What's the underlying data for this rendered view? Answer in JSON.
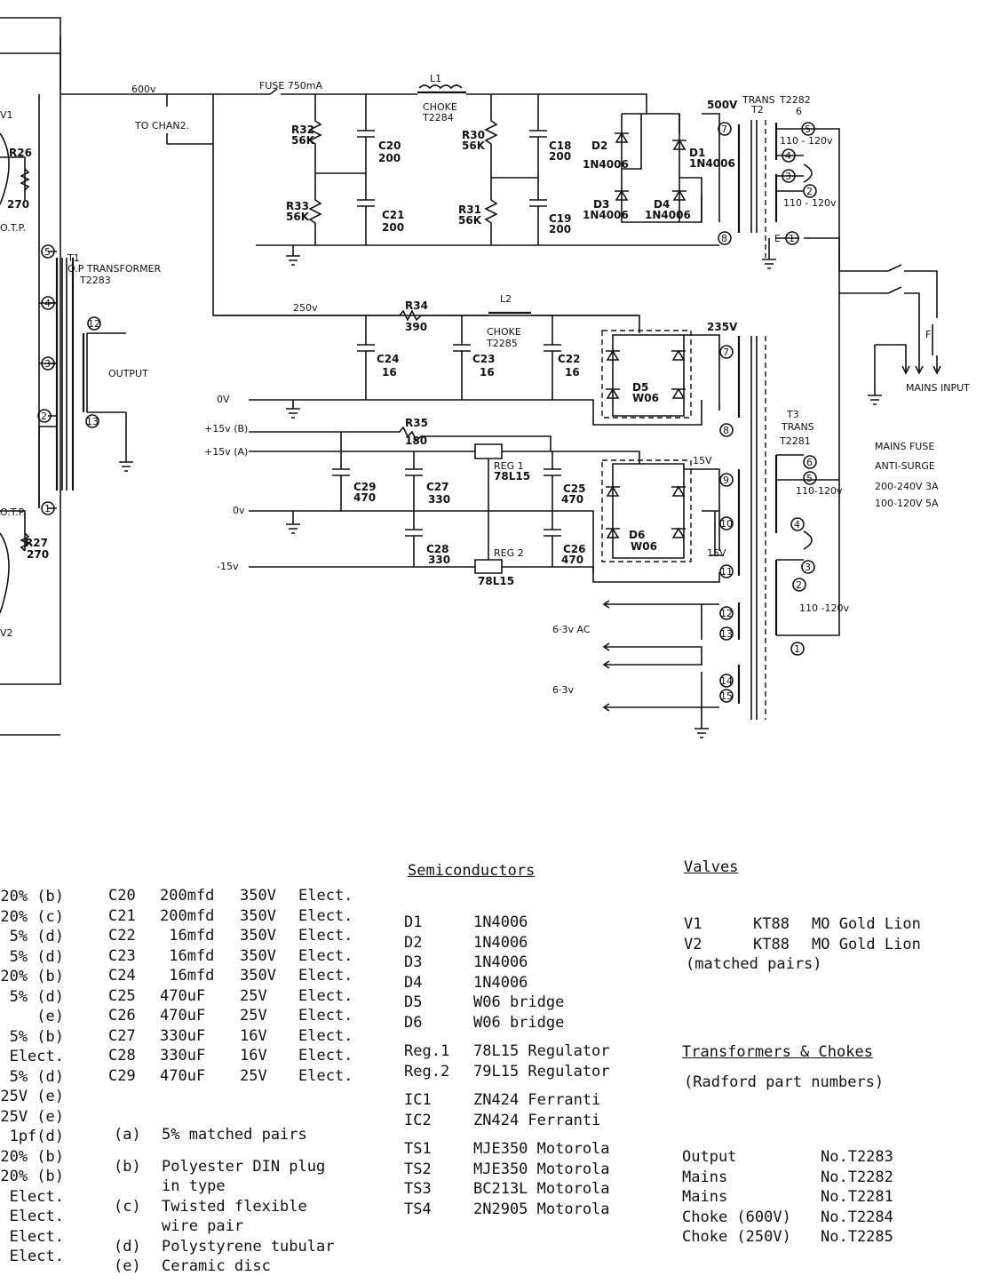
{
  "schematic": {
    "left_edge": {
      "v1": "V1",
      "r26": "R26",
      "r26_val": "270",
      "otp_top": "O.T.P.",
      "otp_bot": "O.T.P.",
      "r27": "R27",
      "r27_val": "270",
      "v2": "V2"
    },
    "top_supply": {
      "v600": "600v",
      "fuse": "FUSE 750mA",
      "to_chan2": "TO CHAN2.",
      "l1": "L1",
      "choke_l1": "CHOKE",
      "choke_l1_part": "T2284",
      "r32": "R32",
      "r32_val": "56K",
      "r33": "R33",
      "r33_val": "56K",
      "c20": "C20",
      "c20_val": "200",
      "c21": "C21",
      "c21_val": "200",
      "r30": "R30",
      "r30_val": "56K",
      "r31": "R31",
      "r31_val": "56K",
      "c18": "C18",
      "c18_val": "200",
      "c19": "C19",
      "c19_val": "200",
      "d2": "D2",
      "d2_val": "1N4006",
      "d1": "D1",
      "d1_val": "1N4006",
      "d3": "D3",
      "d3_val": "1N4006",
      "d4": "D4",
      "d4_val": "1N4006",
      "v500": "500V",
      "pin7": "7",
      "pin8": "8"
    },
    "t2": {
      "trans": "TRANS",
      "t2": "T2",
      "part": "T2282",
      "pin6": "6",
      "pin5": "5",
      "pin4": "4",
      "pin3": "3",
      "pin2": "2",
      "pin1": "1",
      "e": "E",
      "w1": "110 - 120v",
      "w2": "110 - 120v"
    },
    "mains": {
      "input": "MAINS INPUT",
      "f": "F",
      "fuse_title": "MAINS FUSE",
      "anti": "ANTI-SURGE",
      "r1": "200-240V 3A",
      "r2": "100-120V 5A"
    },
    "t1": {
      "t1": "T1",
      "name": "O.P TRANSFORMER",
      "part": "T2283",
      "output": "OUTPUT",
      "p5": "5",
      "p4": "4",
      "p3": "3",
      "p2": "2",
      "p1": "1",
      "p12": "12",
      "p13": "13"
    },
    "mid_supply": {
      "v250": "250v",
      "r34": "R34",
      "r34_val": "390",
      "l2": "L2",
      "choke_l2": "CHOKE",
      "choke_l2_part": "T2285",
      "c24": "C24",
      "c24_val": "16",
      "c23": "C23",
      "c23_val": "16",
      "c22": "C22",
      "c22_val": "16",
      "d5": "D5",
      "d5_val": "W06",
      "v235": "235V",
      "pin7": "7",
      "pin8": "8",
      "v0": "0V"
    },
    "low_supply": {
      "p15b": "+15v (B)",
      "p15a": "+15v (A)",
      "v0": "0v",
      "m15": "-15v",
      "r35": "R35",
      "r35_val": "180",
      "c29": "C29",
      "c29_val": "470",
      "c27": "C27",
      "c27_val": "330",
      "c28": "C28",
      "c28_val": "330",
      "c25": "C25",
      "c25_val": "470",
      "c26": "C26",
      "c26_val": "470",
      "reg1": "REG 1",
      "reg1_val": "78L15",
      "reg2": "REG 2",
      "reg2_val": "78L15",
      "d6": "D6",
      "d6_val": "W06",
      "v15": "15V",
      "v15b": "15V",
      "pin9": "9",
      "pin10": "10",
      "pin11": "11"
    },
    "heater": {
      "ac1": "6·3v AC",
      "ac2": "6·3v",
      "pin12": "12",
      "pin13": "13",
      "pin14": "14",
      "pin15": "15"
    },
    "t3": {
      "t3": "T3",
      "trans": "TRANS",
      "part": "T2281",
      "pin6": "6",
      "pin5": "5",
      "pin4": "4",
      "pin3": "3",
      "pin2": "2",
      "pin1": "1",
      "w1": "110-120v",
      "w2": "110 -120v"
    }
  },
  "left_clipped": [
    "20% (b)",
    "20% (c)",
    "5% (d)",
    "5% (d)",
    "20% (b)",
    "5% (d)",
    "(e)",
    "5% (b)",
    "Elect.",
    "5% (d)",
    "25V (e)",
    "25V (e)",
    "1pf(d)",
    "20% (b)",
    "20% (b)",
    "Elect.",
    "Elect.",
    "Elect.",
    "Elect."
  ],
  "capacitors": [
    {
      "ref": "C20",
      "value": "200mfd",
      "volt": "350V",
      "type": "Elect."
    },
    {
      "ref": "C21",
      "value": "200mfd",
      "volt": "350V",
      "type": "Elect."
    },
    {
      "ref": "C22",
      "value": " 16mfd",
      "volt": "350V",
      "type": "Elect."
    },
    {
      "ref": "C23",
      "value": " 16mfd",
      "volt": "350V",
      "type": "Elect."
    },
    {
      "ref": "C24",
      "value": " 16mfd",
      "volt": "350V",
      "type": "Elect."
    },
    {
      "ref": "C25",
      "value": "470uF",
      "volt": "25V",
      "type": "Elect."
    },
    {
      "ref": "C26",
      "value": "470uF",
      "volt": "25V",
      "type": "Elect."
    },
    {
      "ref": "C27",
      "value": "330uF",
      "volt": "16V",
      "type": "Elect."
    },
    {
      "ref": "C28",
      "value": "330uF",
      "volt": "16V",
      "type": "Elect."
    },
    {
      "ref": "C29",
      "value": "470uF",
      "volt": "25V",
      "type": "Elect."
    }
  ],
  "notes": [
    {
      "key": "(a)",
      "text": "5% matched pairs"
    },
    {
      "key": "(b)",
      "text": "Polyester DIN plug\nin type"
    },
    {
      "key": "(c)",
      "text": "Twisted flexible\nwire pair"
    },
    {
      "key": "(d)",
      "text": "Polystyrene tubular"
    },
    {
      "key": "(e)",
      "text": "Ceramic disc"
    }
  ],
  "semiconductors": {
    "heading": "Semiconductors",
    "groups": [
      [
        {
          "ref": "D1",
          "desc": "1N4006"
        },
        {
          "ref": "D2",
          "desc": "1N4006"
        },
        {
          "ref": "D3",
          "desc": "1N4006"
        },
        {
          "ref": "D4",
          "desc": "1N4006"
        },
        {
          "ref": "D5",
          "desc": "W06 bridge"
        },
        {
          "ref": "D6",
          "desc": "W06 bridge"
        }
      ],
      [
        {
          "ref": "Reg.1",
          "desc": "78L15 Regulator"
        },
        {
          "ref": "Reg.2",
          "desc": "79L15 Regulator"
        }
      ],
      [
        {
          "ref": "IC1",
          "desc": "ZN424 Ferranti"
        },
        {
          "ref": "IC2",
          "desc": "ZN424 Ferranti"
        }
      ],
      [
        {
          "ref": "TS1",
          "desc": "MJE350 Motorola"
        },
        {
          "ref": "TS2",
          "desc": "MJE350 Motorola"
        },
        {
          "ref": "TS3",
          "desc": "BC213L Motorola"
        },
        {
          "ref": "TS4",
          "desc": "2N2905 Motorola"
        }
      ]
    ]
  },
  "valves": {
    "heading": "Valves",
    "items": [
      {
        "ref": "V1",
        "type": "KT88",
        "maker": "MO Gold Lion"
      },
      {
        "ref": "V2",
        "type": "KT88",
        "maker": "MO Gold Lion"
      }
    ],
    "note": "(matched pairs)"
  },
  "transformers": {
    "heading": "Transformers & Chokes",
    "subheading": "(Radford part numbers)",
    "items": [
      {
        "name": "Output",
        "part": "No.T2283"
      },
      {
        "name": "Mains",
        "part": "No.T2282"
      },
      {
        "name": "Mains",
        "part": "No.T2281"
      },
      {
        "name": "Choke (600V)",
        "part": "No.T2284"
      },
      {
        "name": "Choke (250V)",
        "part": "No.T2285"
      }
    ]
  }
}
